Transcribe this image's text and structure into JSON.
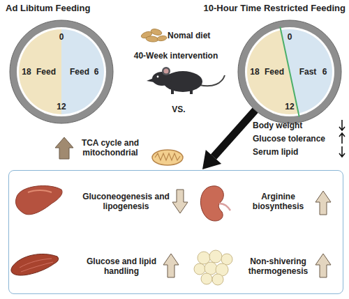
{
  "diagram": {
    "nodes": [
      {
        "text": [
          "Ad Libitum Feeding",
          "0",
          "6",
          "12",
          "18",
          "Feed",
          "Feed"
        ]
      },
      {
        "text": [
          "10-Hour Time Restricted Feeding",
          "0",
          "6",
          "12",
          "18",
          "Feed",
          "Fast"
        ]
      },
      {
        "text": []
      },
      {
        "text": [
          "Gluconeogenesis and lipogenesis"
        ],
        "in": 2
      },
      {
        "text": [
          "Arginine biosynthesis"
        ],
        "in": 2
      },
      {
        "text": [
          "Glucose and lipid handling"
        ],
        "in": 2
      },
      {
        "text": [
          "Non-shivering thermogenesis"
        ],
        "in": 2
      }
    ],
    "edges": [
      {
        "from": 1,
        "to": 2,
        "arrow": "to"
      }
    ],
    "labels": [
      "Nomal diet",
      "40-Week intervention",
      "VS.",
      "TCA cycle and mitochondrial",
      "Body weight",
      "Glucose tolerance",
      "Serum lipid"
    ]
  }
}
